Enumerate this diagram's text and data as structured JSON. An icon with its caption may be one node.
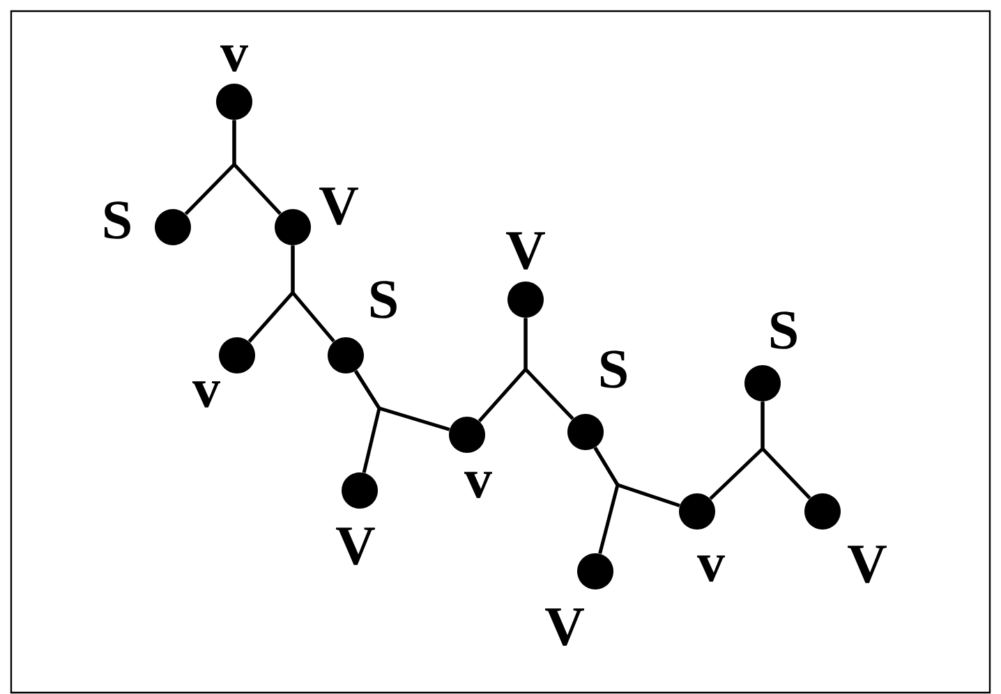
{
  "diagram": {
    "nodes": [
      {
        "text": [],
        "shape": "circle",
        "beside": [
          "v"
        ]
      },
      {
        "text": [],
        "shape": "circle",
        "beside": [
          "S"
        ]
      },
      {
        "text": [],
        "shape": "circle",
        "beside": [
          "V"
        ]
      },
      {
        "text": [],
        "shape": "circle",
        "beside": [
          "v"
        ]
      },
      {
        "text": [],
        "shape": "circle",
        "beside": [
          "S"
        ]
      },
      {
        "text": [],
        "shape": "circle",
        "beside": [
          "V"
        ]
      },
      {
        "text": [],
        "shape": "circle",
        "beside": [
          "v"
        ]
      },
      {
        "text": [],
        "shape": "circle",
        "beside": [
          "V"
        ]
      },
      {
        "text": [],
        "shape": "circle",
        "beside": [
          "S"
        ]
      },
      {
        "text": [],
        "shape": "circle",
        "beside": [
          "V"
        ]
      },
      {
        "text": [],
        "shape": "circle",
        "beside": [
          "v"
        ]
      },
      {
        "text": [],
        "shape": "circle",
        "beside": [
          "S"
        ]
      },
      {
        "text": [],
        "shape": "circle",
        "beside": [
          "V"
        ]
      }
    ],
    "edges": [
      {
        "from": 0,
        "to": 1,
        "arrow": "none"
      },
      {
        "from": 0,
        "to": 2,
        "arrow": "none"
      },
      {
        "from": 2,
        "to": 3,
        "arrow": "none"
      },
      {
        "from": 2,
        "to": 4,
        "arrow": "none"
      },
      {
        "from": 4,
        "to": 5,
        "arrow": "none"
      },
      {
        "from": 4,
        "to": 6,
        "arrow": "none"
      },
      {
        "from": 7,
        "to": 6,
        "arrow": "none"
      },
      {
        "from": 7,
        "to": 8,
        "arrow": "none"
      },
      {
        "from": 8,
        "to": 9,
        "arrow": "none"
      },
      {
        "from": 8,
        "to": 10,
        "arrow": "none"
      },
      {
        "from": 11,
        "to": 10,
        "arrow": "none"
      },
      {
        "from": 11,
        "to": 12,
        "arrow": "none"
      }
    ]
  }
}
